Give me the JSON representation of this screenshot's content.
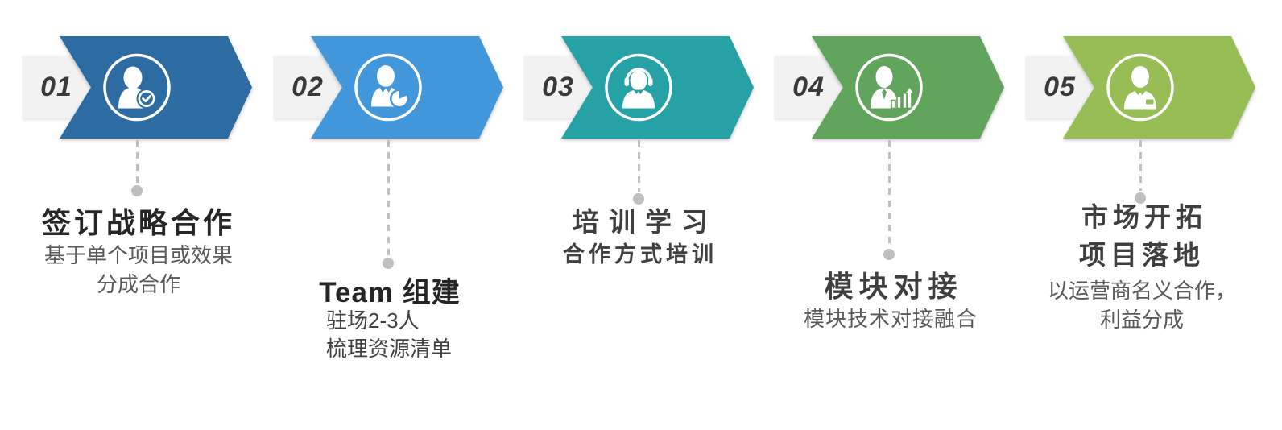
{
  "diagram": {
    "type": "process-flow",
    "description": "5-step partnership cooperation process infographic",
    "colors": {
      "tab_bg": "#f2f2f2",
      "number_text": "#3a3a3a",
      "connector": "#bfbfbf",
      "title_text": "#262626",
      "subtitle_text": "#595959"
    }
  },
  "steps": [
    {
      "number": "01",
      "title": "签订战略合作",
      "subtitle": "基于单个项目或效果\n分成合作",
      "color": "#2d6ca2",
      "icon": "user-check-icon"
    },
    {
      "number": "02",
      "title": "Team 组建",
      "subtitle": "驻场2-3人\n梳理资源清单",
      "color": "#4197d9",
      "icon": "user-pie-chart-icon"
    },
    {
      "number": "03",
      "title": "培训学习",
      "subtitle": "合作方式培训",
      "color": "#26a2a7",
      "icon": "user-headset-icon"
    },
    {
      "number": "04",
      "title": "模块对接",
      "subtitle": "模块技术对接融合",
      "color": "#61a45c",
      "icon": "user-growth-chart-icon"
    },
    {
      "number": "05",
      "title": "市场开拓\n项目落地",
      "subtitle": "以运营商名义合作，\n利益分成",
      "color": "#96be55",
      "icon": "user-badge-icon"
    }
  ]
}
